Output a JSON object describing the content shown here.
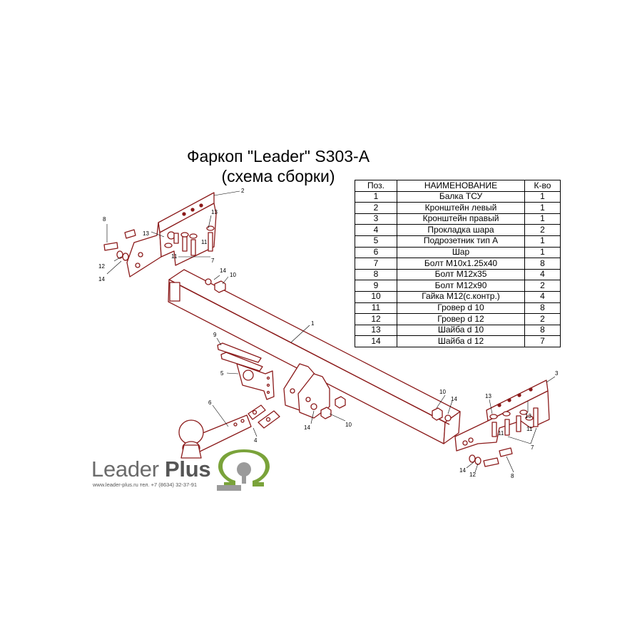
{
  "title": {
    "line1": "Фаркоп \"Leader\" S303-A",
    "line2": "(схема сборки)"
  },
  "table": {
    "headers": [
      "Поз.",
      "НАИМЕНОВАНИЕ",
      "К-во"
    ],
    "rows": [
      [
        "1",
        "Балка ТСУ",
        "1"
      ],
      [
        "2",
        "Кронштейн левый",
        "1"
      ],
      [
        "3",
        "Кронштейн правый",
        "1"
      ],
      [
        "4",
        "Прокладка шара",
        "2"
      ],
      [
        "5",
        "Подрозетник тип А",
        "1"
      ],
      [
        "6",
        "Шар",
        "1"
      ],
      [
        "7",
        "Болт М10х1.25х40",
        "8"
      ],
      [
        "8",
        "Болт М12х35",
        "4"
      ],
      [
        "9",
        "Болт М12х90",
        "2"
      ],
      [
        "10",
        "Гайка М12(с.контр.)",
        "4"
      ],
      [
        "11",
        "Гровер d 10",
        "8"
      ],
      [
        "12",
        "Гровер d 12",
        "2"
      ],
      [
        "13",
        "Шайба d 10",
        "8"
      ],
      [
        "14",
        "Шайба d 12",
        "7"
      ]
    ]
  },
  "callouts": {
    "c1": "1",
    "c2": "2",
    "c3": "3",
    "c4": "4",
    "c5": "5",
    "c6": "6",
    "c7a": "7",
    "c7b": "7",
    "c8a": "8",
    "c8b": "8",
    "c9": "9",
    "c10a": "10",
    "c10b": "10",
    "c10c": "10",
    "c11a": "11",
    "c11b": "11",
    "c11c": "11",
    "c11d": "11",
    "c12a": "12",
    "c12b": "12",
    "c13a": "13",
    "c13b": "13",
    "c13c": "13",
    "c13d": "13",
    "c14a": "14",
    "c14b": "14",
    "c14c": "14",
    "c14d": "14",
    "c14e": "14"
  },
  "brand": {
    "name_light": "Leader ",
    "name_bold": "Plus",
    "contacts": "www.leader-plus.ru   тел. +7 (8634) 32-37-91",
    "accent_color": "#7aa33a",
    "gray_color": "#9a9a9a",
    "line_color": "#8b1a1a"
  }
}
